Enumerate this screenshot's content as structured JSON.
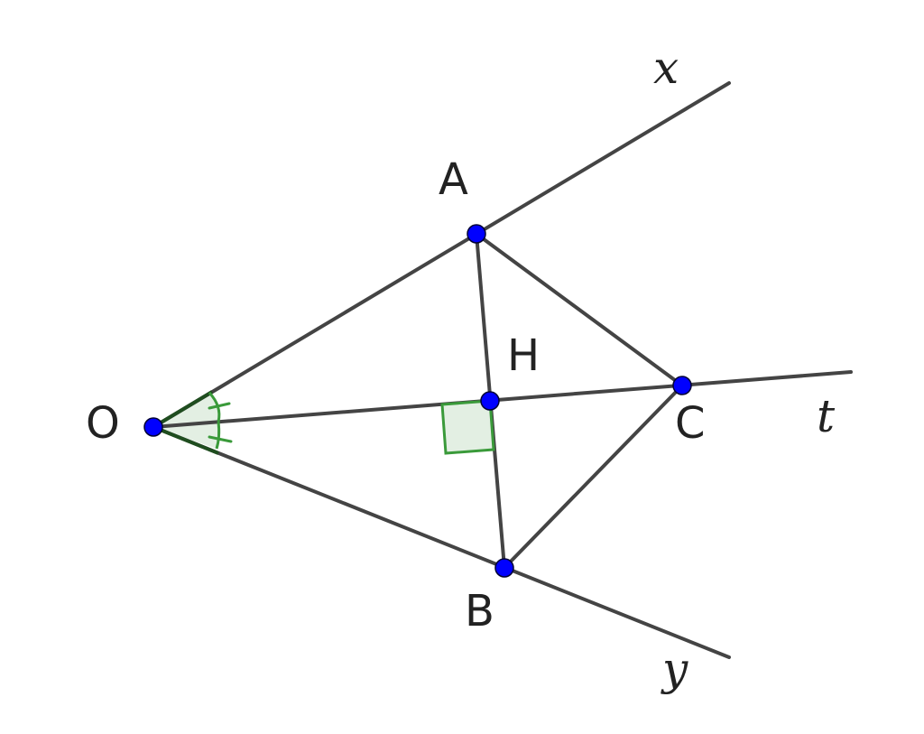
{
  "points": {
    "O": "O",
    "A": "A",
    "B": "B",
    "C": "C",
    "H": "H"
  },
  "rays": {
    "x": "x",
    "y": "y",
    "t": "t"
  },
  "colors": {
    "line": "#444444",
    "point": "#0000ff",
    "angle_mark": "#3a9a3a",
    "angle_fill": "#e3efe3"
  }
}
